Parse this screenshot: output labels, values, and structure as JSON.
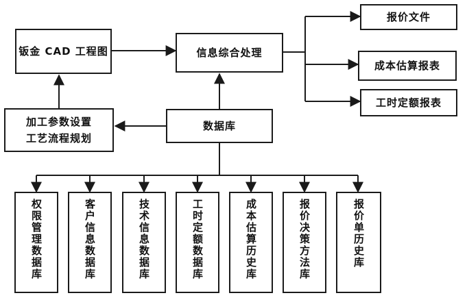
{
  "nodes": {
    "cad": "钣金 CAD 工程图",
    "info": "信息综合处理",
    "process": [
      "加工参数设置",
      "工艺流程规划"
    ],
    "db": "数据库",
    "outputs": [
      "报价文件",
      "成本估算报表",
      "工时定额报表"
    ],
    "databases": [
      "权限管理数据库",
      "客户信息数据库",
      "技术信息数据库",
      "工时定额数据库",
      "成本估算历史库",
      "报价决策方法库",
      "报价单历史库"
    ]
  }
}
